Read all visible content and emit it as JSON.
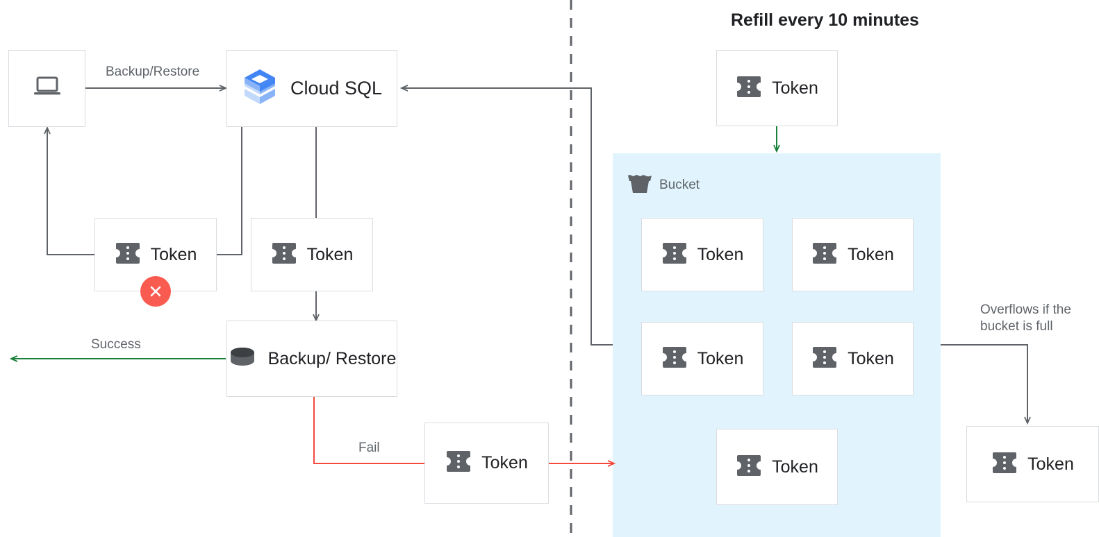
{
  "title": "Refill every 10 minutes",
  "colors": {
    "arrow_gray": "#5f6368",
    "arrow_green": "#188038",
    "arrow_red": "#f4493c",
    "bucket_bg": "#e1f4fd",
    "box_border": "#dadce0",
    "icon_gray": "#5f6368",
    "error_red": "#fa5b50",
    "text_primary": "#202124",
    "text_secondary": "#5f6368",
    "cloudsql_blue_dark": "#4285f4",
    "cloudsql_blue_mid": "#8ab4f8",
    "cloudsql_blue_light": "#c3d9fb"
  },
  "nodes": {
    "client": {
      "label": "",
      "icon": "laptop-icon"
    },
    "cloud_sql": {
      "label": "Cloud SQL",
      "icon": "cloud-sql-icon"
    },
    "token_left": {
      "label": "Token",
      "icon": "token-icon",
      "status": "error"
    },
    "token_mid": {
      "label": "Token",
      "icon": "token-icon"
    },
    "backup_restore": {
      "label": "Backup/\nRestore",
      "icon": "database-icon"
    },
    "token_fail": {
      "label": "Token",
      "icon": "token-icon"
    },
    "token_refill": {
      "label": "Token",
      "icon": "token-icon"
    },
    "token_overflow": {
      "label": "Token",
      "icon": "token-icon"
    },
    "bucket": {
      "label": "Bucket",
      "icon": "bucket-icon"
    },
    "bucket_tokens": [
      {
        "label": "Token",
        "icon": "token-icon"
      },
      {
        "label": "Token",
        "icon": "token-icon"
      },
      {
        "label": "Token",
        "icon": "token-icon"
      },
      {
        "label": "Token",
        "icon": "token-icon"
      },
      {
        "label": "Token",
        "icon": "token-icon"
      }
    ]
  },
  "edge_labels": {
    "backup_restore": "Backup/Restore",
    "success": "Success",
    "fail": "Fail",
    "overflow": "Overflows if the\nbucket is full"
  }
}
